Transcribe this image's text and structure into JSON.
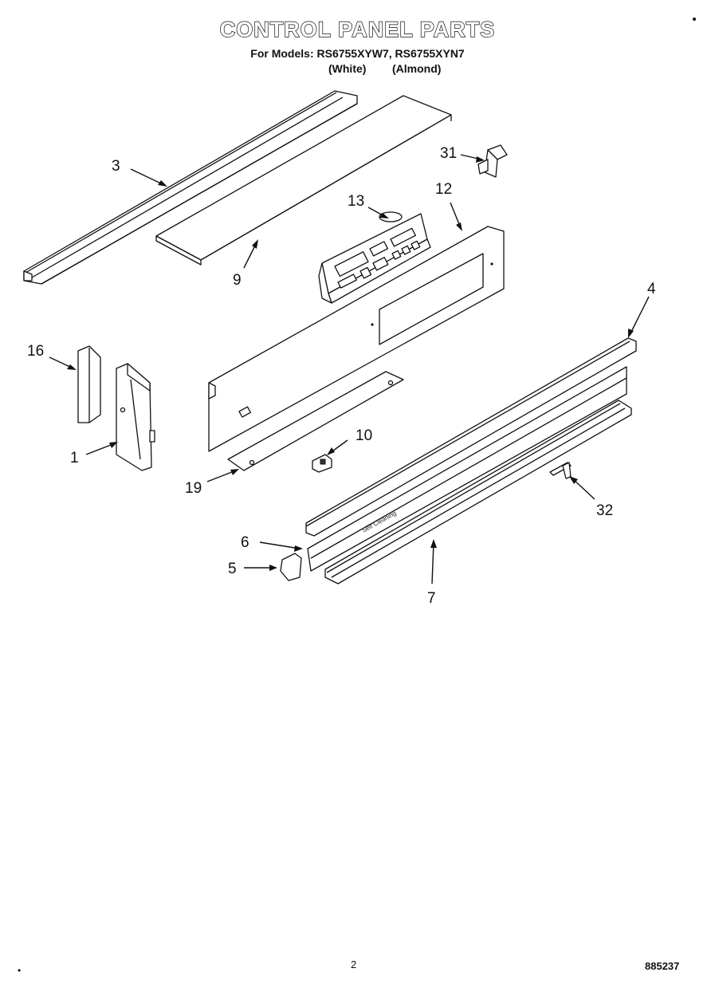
{
  "header": {
    "title": "CONTROL PANEL PARTS",
    "subtitle": "For Models: RS6755XYW7, RS6755XYN7",
    "variant_white": "(White)",
    "variant_almond": "(Almond)"
  },
  "callouts": {
    "c3": "3",
    "c9": "9",
    "c31": "31",
    "c13": "13",
    "c12": "12",
    "c4": "4",
    "c16": "16",
    "c1": "1",
    "c10": "10",
    "c19": "19",
    "c32": "32",
    "c6": "6",
    "c5": "5",
    "c7": "7"
  },
  "trim_text": "Self Cleaning",
  "footer": {
    "page_number": "2",
    "doc_number": "885237",
    "corner_mark": "•"
  }
}
